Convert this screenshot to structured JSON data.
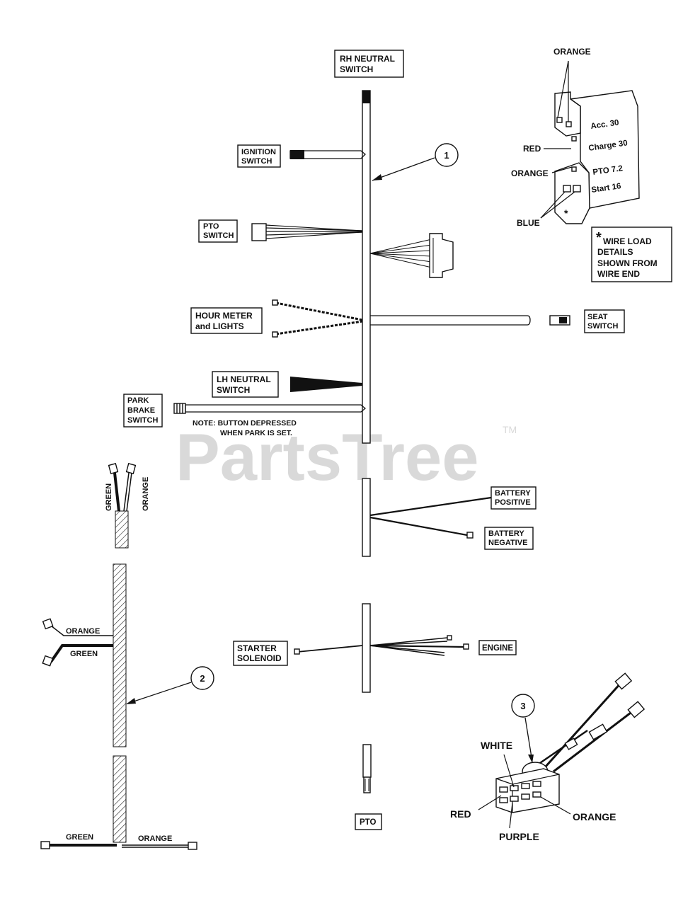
{
  "watermark": {
    "text": "PartsTree",
    "tm": "TM"
  },
  "labels": {
    "rh_neutral_1": "RH NEUTRAL",
    "rh_neutral_2": "SWITCH",
    "ignition_1": "IGNITION",
    "ignition_2": "SWITCH",
    "pto_switch_1": "PTO",
    "pto_switch_2": "SWITCH",
    "hour_meter_1": "HOUR METER",
    "hour_meter_2": "and LIGHTS",
    "lh_neutral_1": "LH NEUTRAL",
    "lh_neutral_2": "SWITCH",
    "park_brake_1": "PARK",
    "park_brake_2": "BRAKE",
    "park_brake_3": "SWITCH",
    "note_1": "NOTE: BUTTON DEPRESSED",
    "note_2": "WHEN PARK IS SET.",
    "seat_1": "SEAT",
    "seat_2": "SWITCH",
    "batt_pos_1": "BATTERY",
    "batt_pos_2": "POSITIVE",
    "batt_neg_1": "BATTERY",
    "batt_neg_2": "NEGATIVE",
    "starter_1": "STARTER",
    "starter_2": "SOLENOID",
    "engine": "ENGINE",
    "pto": "PTO"
  },
  "callouts": [
    "1",
    "2",
    "3"
  ],
  "connector_detail": {
    "orange_top": "ORANGE",
    "red": "RED",
    "orange_mid": "ORANGE",
    "blue": "BLUE",
    "acc": "Acc. 30",
    "charge": "Charge 30",
    "pto": "PTO 7.2",
    "start": "Start 16",
    "asterisk": "*",
    "note_star": "*",
    "note_1": "WIRE LOAD",
    "note_2": "DETAILS",
    "note_3": "SHOWN FROM",
    "note_4": "WIRE END"
  },
  "harness2": {
    "green_top": "GREEN",
    "orange_top": "ORANGE",
    "orange_mid": "ORANGE",
    "green_mid": "GREEN",
    "green_bottom": "GREEN",
    "orange_bottom": "ORANGE"
  },
  "part3": {
    "white": "WHITE",
    "red": "RED",
    "purple": "PURPLE",
    "orange": "ORANGE"
  }
}
